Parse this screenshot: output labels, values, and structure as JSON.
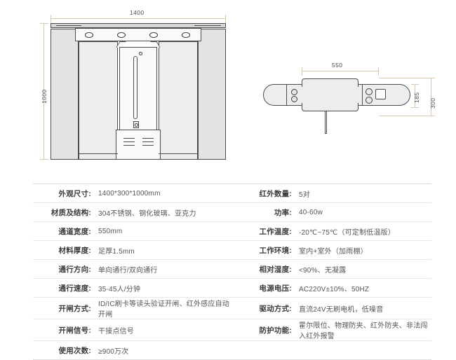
{
  "drawings": {
    "front_view": {
      "name": "front-elevation",
      "width_dim": "1400",
      "height_dim": "1000"
    },
    "top_view": {
      "name": "plan-view",
      "length_dim": "550",
      "inner_depth_dim": "185",
      "outer_depth_dim": "300"
    }
  },
  "spec_table": {
    "left_rows": [
      {
        "label": "外观尺寸:",
        "value": "1400*300*1000mm"
      },
      {
        "label": "材质及结构:",
        "value": "304不锈钢、钢化玻璃、亚克力"
      },
      {
        "label": "通道宽度:",
        "value": "550mm"
      },
      {
        "label": "材料厚度:",
        "value": "足厚1.5mm"
      },
      {
        "label": "通行方向:",
        "value": "单向通行/双向通行"
      },
      {
        "label": "通行速度:",
        "value": "35-45人/分钟"
      },
      {
        "label": "开闸方式:",
        "value": "ID/IC刷卡等读头验证开闸、红外感应自动开闸"
      },
      {
        "label": "开闸信号:",
        "value": "干接点信号"
      },
      {
        "label": "使用次数:",
        "value": "≥900万次"
      }
    ],
    "right_rows": [
      {
        "label": "红外数量:",
        "value": "5对"
      },
      {
        "label": "功率:",
        "value": "40-60w"
      },
      {
        "label": "工作温度:",
        "value": "-20℃~75℃（可定制低温版）"
      },
      {
        "label": "工作环境:",
        "value": "室内+室外（加雨棚）"
      },
      {
        "label": "相对湿度:",
        "value": "<90%、无凝露"
      },
      {
        "label": "电源电压:",
        "value": "AC220V±10%、50HZ"
      },
      {
        "label": "驱动方式:",
        "value": "直流24V无刷电机，低噪音"
      },
      {
        "label": "防护功能:",
        "value": "霍尔限位、物理防夹、红外防夹、非法闯入红外报警"
      },
      {
        "label": "",
        "value": ""
      }
    ]
  },
  "colors": {
    "dimension_line": "#d8c9a8",
    "outline": "#4c4c4c",
    "panel_light": "#ededed",
    "panel_mid": "#e3e3e3",
    "panel_dark": "#d6d6d6"
  }
}
